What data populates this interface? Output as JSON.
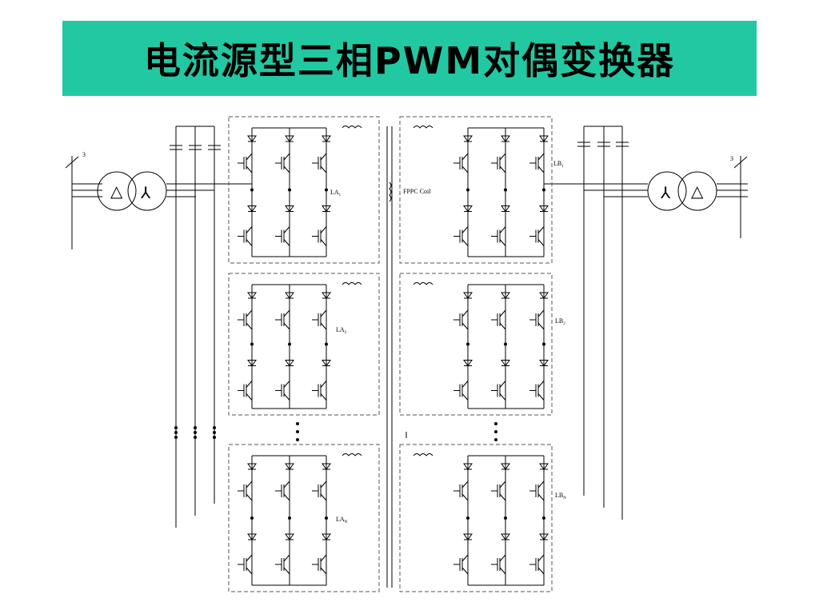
{
  "slide": {
    "title": "电流源型三相PWM对偶变换器"
  },
  "diagram": {
    "left_line_count": "3",
    "right_line_count": "3",
    "coil_label": "FPPC Coil",
    "left_modules": [
      {
        "label": "LA",
        "sub": "1"
      },
      {
        "label": "LA",
        "sub": "2"
      },
      {
        "label": "LA",
        "sub": "N"
      }
    ],
    "right_modules": [
      {
        "label": "LB",
        "sub": "1"
      },
      {
        "label": "LB",
        "sub": "2"
      },
      {
        "label": "LB",
        "sub": "N"
      }
    ],
    "transformer_symbols": {
      "delta": "△",
      "wye": "⅄"
    },
    "colors": {
      "banner": "#22c8a2",
      "line": "#000000",
      "dashed_box": "#555555"
    }
  }
}
